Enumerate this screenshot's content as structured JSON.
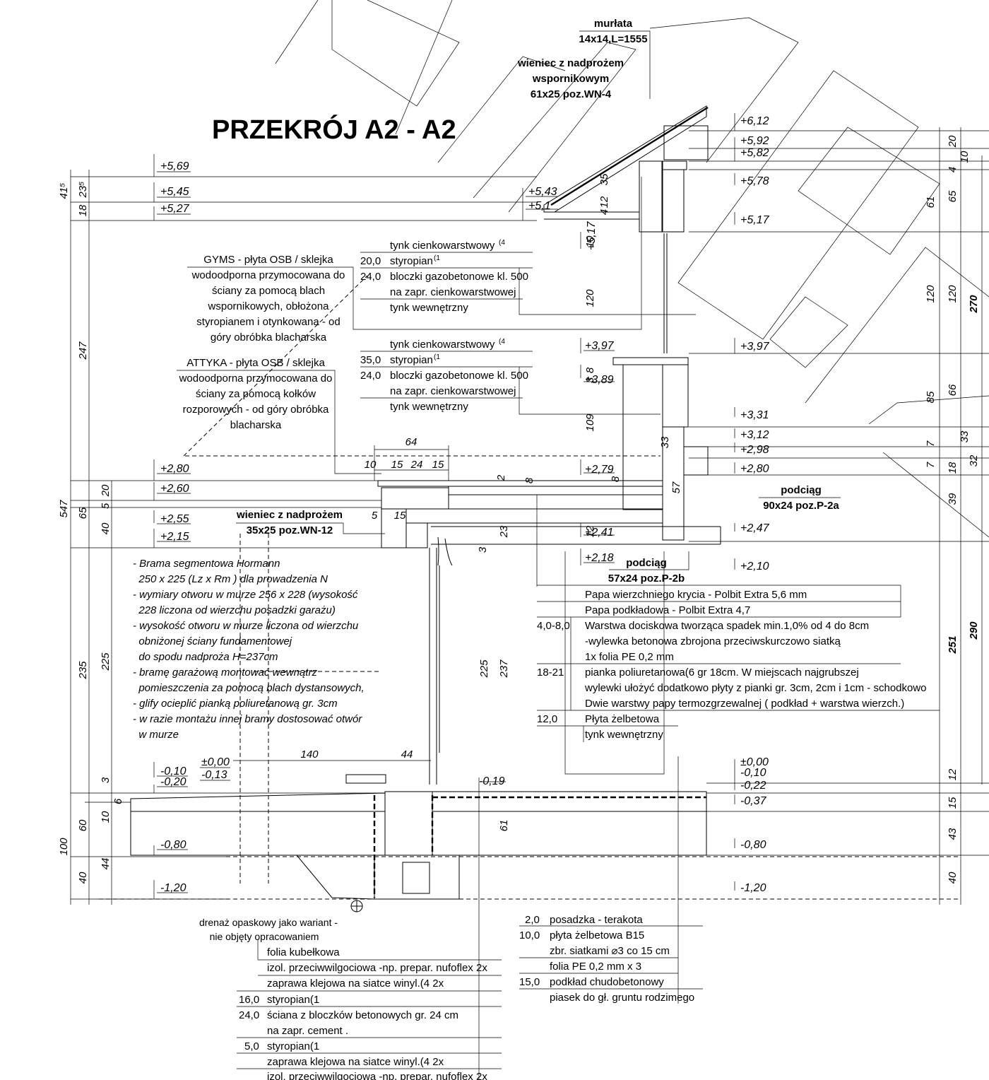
{
  "title": "PRZEKRÓJ A2 - A2",
  "top_labels": {
    "murlata_1": "murłata",
    "murlata_2": "14x14,L=1555",
    "wieniec_top_1": "wieniec z nadprożem",
    "wieniec_top_2": "wspornikowym",
    "wieniec_top_3": "61x25 poz.WN-4",
    "wieniec_mid_1": "wieniec z nadprożem",
    "wieniec_mid_2": "35x25 poz.WN-12",
    "podciag_a_1": "podciąg",
    "podciag_a_2": "90x24 poz.P-2a",
    "podciag_b_1": "podciąg",
    "podciag_b_2": "57x24 poz.P-2b"
  },
  "gyms_note": [
    "GYMS - płyta OSB / sklejka",
    "wodoodporna przymocowana do",
    "ściany za pomocą blach",
    "wspornikowych, obłożona",
    "styropianem i otynkowana - od",
    "góry obróbka blacharska"
  ],
  "attyka_note": [
    "ATTYKA - płyta OSB / sklejka",
    "wodoodporna przymocowana do",
    "ściany za pomocą kołków",
    "rozporowych - od góry obróbka",
    "blacharska"
  ],
  "wall_layers_upper": [
    {
      "thk": "",
      "desc": "tynk cienkowarstwowy",
      "sup": "(4"
    },
    {
      "thk": "20,0",
      "desc": "styropian",
      "sup": "(1"
    },
    {
      "thk": "24,0",
      "desc": "bloczki gazobetonowe kl. 500",
      "sup": ""
    },
    {
      "thk": "",
      "desc": "na zapr. cienkowarstwowej",
      "sup": ""
    },
    {
      "thk": "",
      "desc": "tynk wewnętrzny",
      "sup": ""
    }
  ],
  "wall_layers_lower": [
    {
      "thk": "",
      "desc": "tynk cienkowarstwowy",
      "sup": "(4"
    },
    {
      "thk": "35,0",
      "desc": "styropian",
      "sup": "(1"
    },
    {
      "thk": "24,0",
      "desc": "bloczki gazobetonowe kl. 500",
      "sup": ""
    },
    {
      "thk": "",
      "desc": "na zapr. cienkowarstwowej",
      "sup": ""
    },
    {
      "thk": "",
      "desc": "tynk wewnętrzny",
      "sup": ""
    }
  ],
  "gate_notes": [
    "- Brama segmentowa Hormann",
    "  250 x 225 (Lz x Rm ) dla prowadzenia N",
    "- wymiary otworu w murze 256 x 228 (wysokość",
    "  228 liczona od wierzchu posadzki garażu)",
    "- wysokość otworu w murze liczona od wierzchu",
    "  obniżonej ściany fundamentowej",
    "  do spodu nadproża H=237cm",
    "- bramę garażową montować wewnątrz",
    "  pomieszczenia za pomocą blach dystansowych,",
    "- glify ocieplić pianką poliuretanową gr. 3cm",
    "- w razie montażu innej bramy dostosować otwór",
    "  w murze"
  ],
  "roof_layers": [
    {
      "thk": "",
      "desc": "Papa wierzchniego krycia - Polbit Extra 5,6 mm"
    },
    {
      "thk": "",
      "desc": "Papa podkładowa - Polbit Extra 4,7"
    },
    {
      "thk": "4,0-8,0",
      "desc": "Warstwa dociskowa tworząca spadek min.1,0% od 4 do 8cm"
    },
    {
      "thk": "",
      "desc": "-wylewka betonowa zbrojona przeciwskurczowo siatką"
    },
    {
      "thk": "",
      "desc": "1x folia PE 0,2 mm"
    },
    {
      "thk": "18-21",
      "desc": "pianka poliuretanowa(6 gr 18cm. W miejscach najgrubszej"
    },
    {
      "thk": "",
      "desc": "wylewki ułożyć dodatkowo płyty z pianki gr. 3cm, 2cm i 1cm - schodkowo"
    },
    {
      "thk": "",
      "desc": "Dwie warstwy papy termozgrzewalnej ( podkład + warstwa wierzch.)"
    },
    {
      "thk": "12,0",
      "desc": "Płyta żelbetowa"
    },
    {
      "thk": "",
      "desc": "tynk wewnętrzny"
    }
  ],
  "floor_layers": [
    {
      "thk": "2,0",
      "desc": "posadzka - terakota"
    },
    {
      "thk": "10,0",
      "desc": "płyta żelbetowa B15"
    },
    {
      "thk": "",
      "desc": "zbr. siatkami ⌀3 co 15 cm"
    },
    {
      "thk": "",
      "desc": "folia PE 0,2 mm x 3"
    },
    {
      "thk": "15,0",
      "desc": "podkład chudobetonowy"
    },
    {
      "thk": "",
      "desc": "piasek do gł. gruntu rodzimego"
    }
  ],
  "drainage_note": [
    "drenaż opaskowy jako wariant -",
    "nie objęty opracowaniem"
  ],
  "foundation_layers": [
    {
      "thk": "",
      "desc": "folia kubełkowa"
    },
    {
      "thk": "",
      "desc": "izol. przeciwwilgociowa -np. prepar. nufoflex 2x"
    },
    {
      "thk": "",
      "desc": "zaprawa klejowa na siatce winyl.(4 2x"
    },
    {
      "thk": "16,0",
      "desc": "styropian(1"
    },
    {
      "thk": "24,0",
      "desc": "ściana z bloczków betonowych gr. 24 cm"
    },
    {
      "thk": "",
      "desc": "na zapr. cement ."
    },
    {
      "thk": "5,0",
      "desc": "styropian(1"
    },
    {
      "thk": "",
      "desc": "zaprawa klejowa na siatce winyl.(4 2x"
    },
    {
      "thk": "",
      "desc": "izol. przeciwwilgociowa -np. prepar. nufoflex 2x"
    }
  ],
  "levels_left": [
    "+5,69",
    "+5,45",
    "+5,27",
    "+2,80",
    "+2,60",
    "+2,55",
    "+2,15",
    "±0,00",
    "-0,10",
    "-0,13",
    "-0,20",
    "-0,80",
    "-1,20"
  ],
  "levels_center": [
    "+5,43",
    "+5,1",
    "+5,17",
    "+3,97",
    "+3,89",
    "+2,79",
    "+2,41",
    "+2,18",
    "-0,19"
  ],
  "levels_right": [
    "+6,12",
    "+5,92",
    "+5,82",
    "+5,78",
    "+5,17",
    "+3,97",
    "+3,31",
    "+3,12",
    "+2,98",
    "+2,80",
    "+2,47",
    "+2,10",
    "±0,00",
    "-0,10",
    "-0,22",
    "-0,37",
    "-0,80",
    "-1,20"
  ],
  "dims_left_outer": [
    "41⁵",
    "547",
    "100"
  ],
  "dims_left_inner": [
    "18",
    "23⁵",
    "247",
    "65",
    "235",
    "60",
    "40"
  ],
  "dims_left_third": [
    "20",
    "5",
    "40",
    "225",
    "3",
    "6",
    "10",
    "44"
  ],
  "dims_center": [
    "35",
    "12",
    "4",
    "10",
    "120",
    "8",
    "3",
    "109",
    "23",
    "3",
    "2",
    "8",
    "33",
    "57",
    "8",
    "12",
    "225",
    "237",
    "61",
    "64",
    "10",
    "15",
    "24",
    "15",
    "5",
    "15",
    "140",
    "44"
  ],
  "dims_right": [
    "20",
    "10",
    "4",
    "65",
    "61",
    "120",
    "120",
    "270",
    "85",
    "66",
    "7",
    "33",
    "7",
    "18",
    "32",
    "39",
    "290",
    "251",
    "12",
    "15",
    "43",
    "40"
  ]
}
